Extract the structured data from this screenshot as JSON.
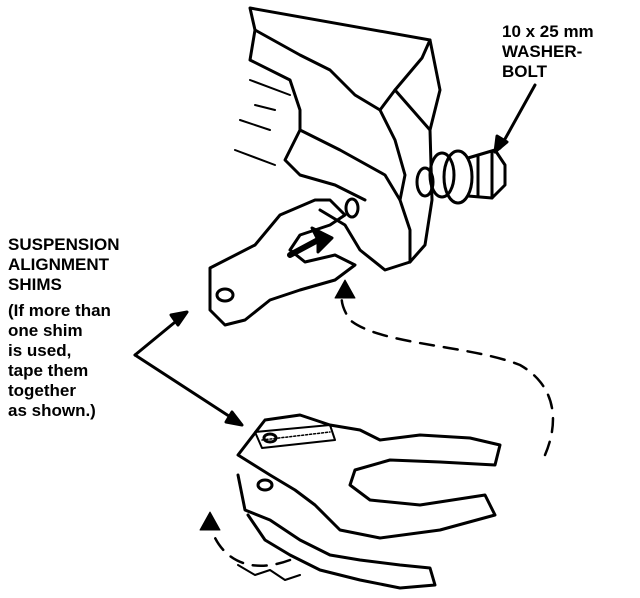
{
  "labels": {
    "bolt": [
      "10 x 25 mm",
      "WASHER-",
      "BOLT"
    ],
    "shims": [
      "SUSPENSION",
      "ALIGNMENT",
      "SHIMS"
    ],
    "shims_note": [
      "(If more than",
      "one shim",
      "is used,",
      "tape them",
      "together",
      "as shown.)"
    ]
  },
  "colors": {
    "ink": "#000000",
    "paper": "#ffffff"
  }
}
